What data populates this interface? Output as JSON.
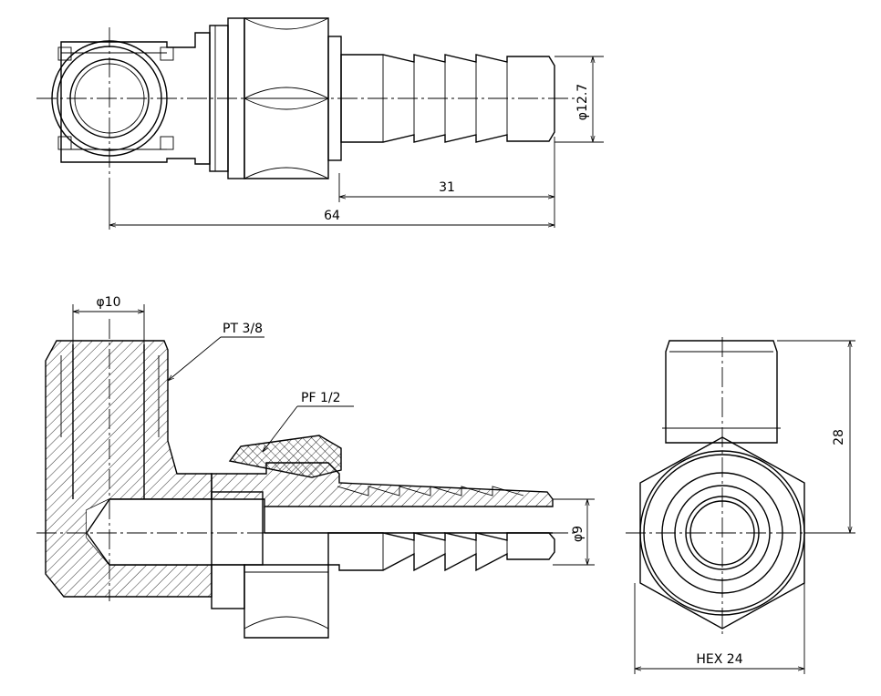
{
  "dimensions": {
    "top_view": {
      "diameter_label": "φ12.7",
      "length_short": "31",
      "length_total": "64"
    },
    "section_view": {
      "bore_label": "φ10",
      "thread_male": "PT 3/8",
      "thread_female": "PF 1/2",
      "hose_bore": "φ9"
    },
    "end_view": {
      "height": "28",
      "hex": "HEX 24"
    }
  }
}
